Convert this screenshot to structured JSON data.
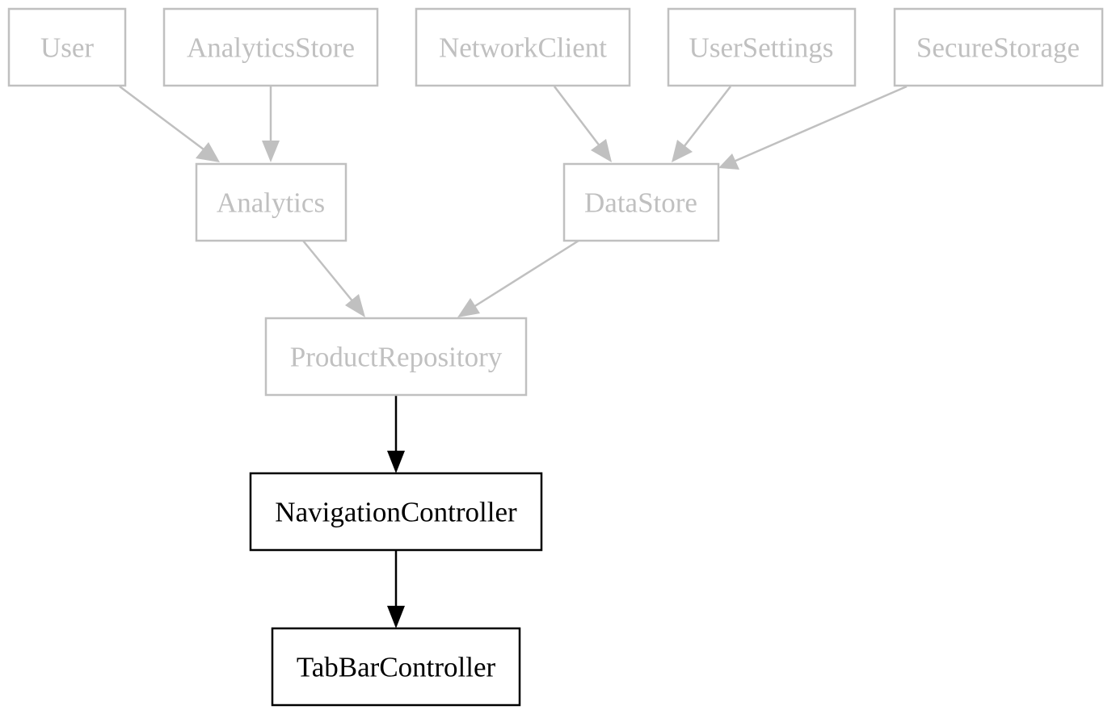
{
  "diagram": {
    "colors": {
      "faded": "#c0c0c0",
      "active": "#000000",
      "background": "#ffffff"
    },
    "nodes": {
      "user": {
        "label": "User",
        "state": "faded"
      },
      "analytics_store": {
        "label": "AnalyticsStore",
        "state": "faded"
      },
      "network_client": {
        "label": "NetworkClient",
        "state": "faded"
      },
      "user_settings": {
        "label": "UserSettings",
        "state": "faded"
      },
      "secure_storage": {
        "label": "SecureStorage",
        "state": "faded"
      },
      "analytics": {
        "label": "Analytics",
        "state": "faded"
      },
      "data_store": {
        "label": "DataStore",
        "state": "faded"
      },
      "product_repository": {
        "label": "ProductRepository",
        "state": "faded"
      },
      "navigation_controller": {
        "label": "NavigationController",
        "state": "active"
      },
      "tab_bar_controller": {
        "label": "TabBarController",
        "state": "active"
      }
    },
    "edges": [
      {
        "from": "User",
        "to": "Analytics",
        "state": "faded"
      },
      {
        "from": "AnalyticsStore",
        "to": "Analytics",
        "state": "faded"
      },
      {
        "from": "NetworkClient",
        "to": "DataStore",
        "state": "faded"
      },
      {
        "from": "UserSettings",
        "to": "DataStore",
        "state": "faded"
      },
      {
        "from": "SecureStorage",
        "to": "DataStore",
        "state": "faded"
      },
      {
        "from": "Analytics",
        "to": "ProductRepository",
        "state": "faded"
      },
      {
        "from": "DataStore",
        "to": "ProductRepository",
        "state": "faded"
      },
      {
        "from": "ProductRepository",
        "to": "NavigationController",
        "state": "active"
      },
      {
        "from": "NavigationController",
        "to": "TabBarController",
        "state": "active"
      }
    ]
  }
}
